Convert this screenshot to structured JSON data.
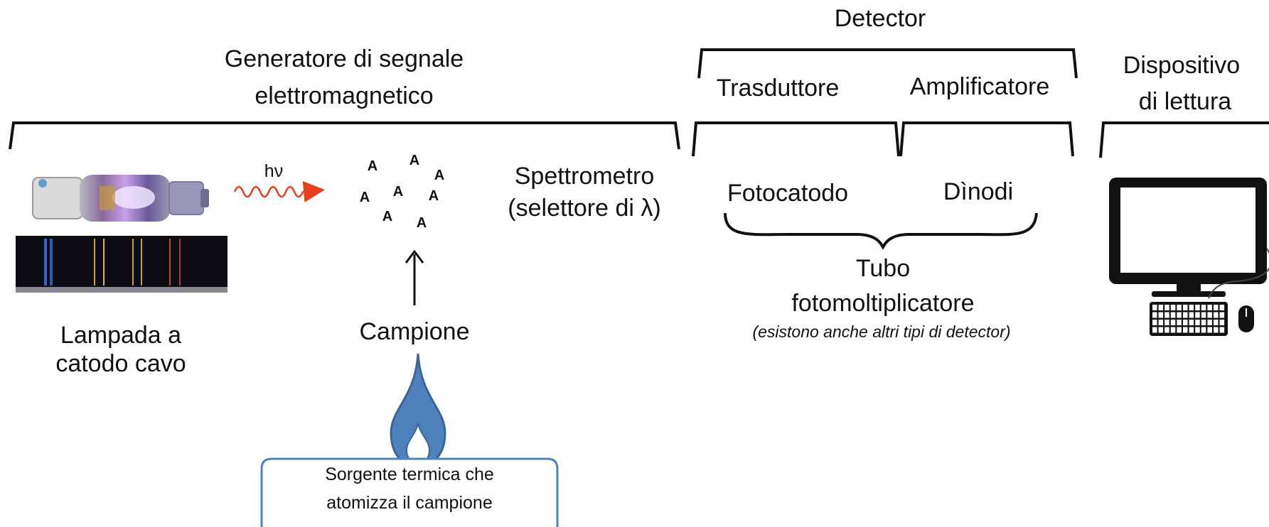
{
  "generator": {
    "title_line1": "Generatore di segnale",
    "title_line2": "elettromagnetico",
    "lamp_label_line1": "Lampada a",
    "lamp_label_line2": "catodo cavo",
    "photon_label": "hν",
    "atoms_label": "A",
    "spectrometer_line1": "Spettrometro",
    "spectrometer_line2": "(selettore di λ)",
    "sample_label": "Campione",
    "thermal_source_line1": "Sorgente termica che",
    "thermal_source_line2": "atomizza il campione",
    "flame_color": "#4f81bd",
    "photon_color": "#e8401c",
    "spectrum_lines": [
      {
        "color": "#3a64c8"
      },
      {
        "color": "#2f5bb7"
      },
      {
        "color": "#d6a21e"
      },
      {
        "color": "#e0b53a"
      },
      {
        "color": "#d39a2a"
      },
      {
        "color": "#c99a36"
      },
      {
        "color": "#c84a2a"
      },
      {
        "color": "#b63a2a"
      }
    ]
  },
  "detector": {
    "title": "Detector",
    "transducer": "Trasduttore",
    "amplifier": "Amplificatore",
    "photocathode": "Fotocatodo",
    "dynodes": "Dìnodi",
    "tube_line1": "Tubo",
    "tube_line2": "fotomoltiplicatore",
    "note": "(esistono anche altri tipi di detector)"
  },
  "readout": {
    "title_line1": "Dispositivo",
    "title_line2": "di lettura"
  }
}
